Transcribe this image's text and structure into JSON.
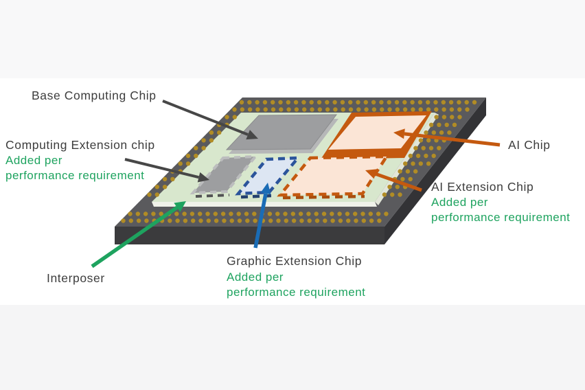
{
  "figure": {
    "description": "Chiplet package diagram",
    "labels": {
      "base_chip": "Base Computing Chip",
      "computing_ext": "Computing Extension chip",
      "graphic_ext": "Graphic Extension Chip",
      "ai_chip": "AI Chip",
      "ai_ext": "AI Extension Chip",
      "interposer": "Interposer",
      "added_line1": "Added per",
      "added_line2": "performance requirement"
    },
    "colors": {
      "substrate_top": "#5a5a5d",
      "substrate_front": "#3b3b3d",
      "substrate_side": "#333336",
      "pad_dot": "#b18c25",
      "interposer": "#d8e7cd",
      "interposer_edge_bottom": "#f0f2e9",
      "interposer_edge_right": "#e2e6d8",
      "chip_gray": "#9d9ea0",
      "chip_gray_bevel": "#b6b7b8",
      "chip_gray_outline": "#8a8b8d",
      "dash_gray_light": "#bcbdbe",
      "dash_gray_dark": "#525254",
      "blue_dash": "#2b549b",
      "blue_dash_dark": "#23406e",
      "blue_fill": "#dde6f3",
      "blue_arrow": "#1a6cb5",
      "orange": "#c4590f",
      "orange_dark": "#a84d0e",
      "orange_fill": "#fbe5d6",
      "green": "#1ea35f",
      "text_dark": "#3d3d3d",
      "arrow_dark": "#474747"
    }
  }
}
